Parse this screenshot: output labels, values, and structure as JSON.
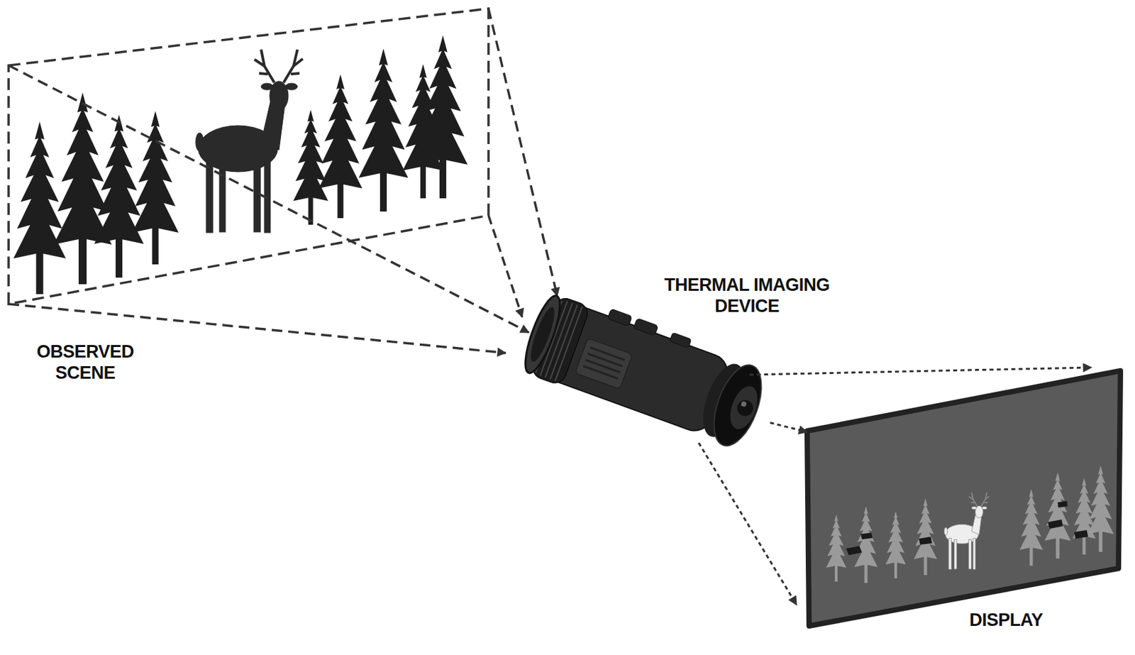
{
  "diagram": {
    "nodes": [
      {
        "text": [
          "OBSERVED SCENE"
        ]
      },
      {
        "text": [
          "THERMAL IMAGING DEVICE"
        ]
      },
      {
        "text": [
          "DISPLAY"
        ]
      }
    ],
    "edges": [
      {
        "from": 0,
        "to": 1,
        "arrow": "to"
      },
      {
        "from": 1,
        "to": 2,
        "arrow": "to"
      }
    ]
  }
}
